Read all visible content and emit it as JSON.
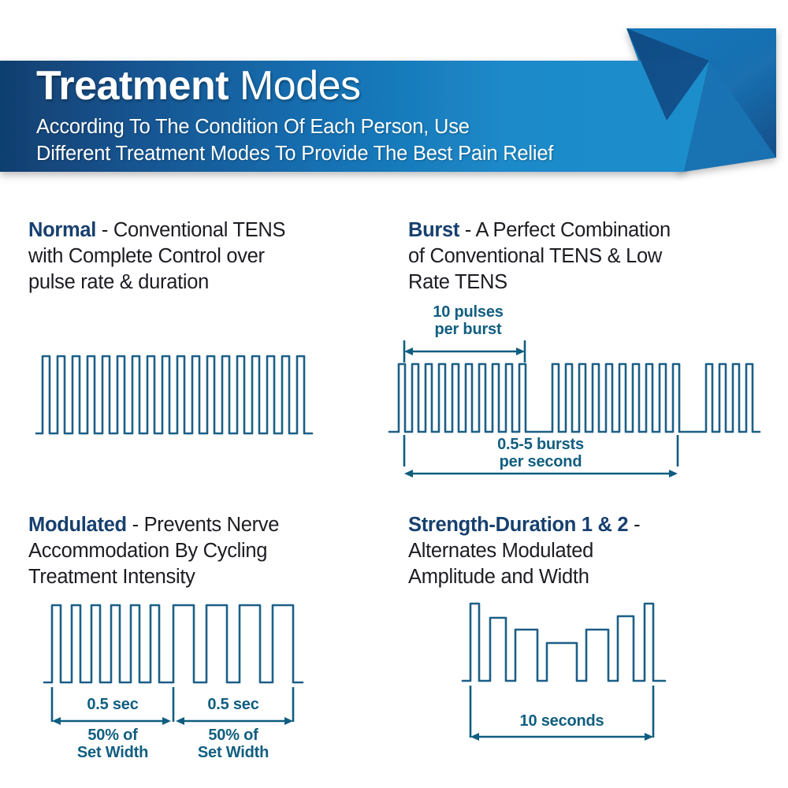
{
  "banner": {
    "title_bold": "Treatment",
    "title_light": "Modes",
    "subtitle_line1": "According To The Condition Of Each Person, Use",
    "subtitle_line2": "Different Treatment Modes To Provide The Best Pain Relief",
    "color_dark": "#134476",
    "color_light": "#1983c4",
    "arrow_color": "#1271b4"
  },
  "theme": {
    "heading_name_color": "#17406e",
    "body_text_color": "#1c1c22",
    "wave_stroke": "#1c5f87",
    "annotation_color": "#115e80",
    "background": "#ffffff"
  },
  "modes": [
    {
      "name": "Normal",
      "description": "- Conventional TENS with Complete Control over pulse rate & duration",
      "desc_lines": [
        "- Conventional TENS",
        "with Complete Control over",
        "pulse rate & duration"
      ],
      "annotations": []
    },
    {
      "name": "Burst",
      "description": "- A Perfect Combination of Conventional TENS & Low Rate TENS",
      "desc_lines": [
        "- A Perfect Combination",
        "of Conventional TENS & Low",
        "Rate TENS"
      ],
      "annotations": [
        {
          "id": "pulses-per-burst",
          "line1": "10 pulses",
          "line2": "per burst",
          "position": "above"
        },
        {
          "id": "bursts-per-second",
          "line1": "0.5-5 bursts",
          "line2": "per second",
          "position": "below"
        }
      ]
    },
    {
      "name": "Modulated",
      "description": "- Prevents Nerve Accommodation By Cycling Treatment Intensity",
      "desc_lines": [
        "- Prevents Nerve",
        "Accommodation By Cycling",
        "Treatment Intensity"
      ],
      "annotations": [
        {
          "id": "first-half",
          "line1": "0.5 sec",
          "line2": "50% of",
          "line3": "Set Width",
          "position": "below"
        },
        {
          "id": "second-half",
          "line1": "0.5 sec",
          "line2": "50% of",
          "line3": "Set Width",
          "position": "below"
        }
      ]
    },
    {
      "name": "Strength-Duration 1 & 2",
      "description": "- Alternates Modulated Amplitude and Width",
      "desc_lines": [
        "-",
        "Alternates Modulated",
        "Amplitude and Width"
      ],
      "annotations": [
        {
          "id": "duration",
          "line1": "10 seconds",
          "position": "below"
        }
      ]
    }
  ],
  "chart_data": [
    {
      "id": "normal-waveform",
      "type": "line",
      "title": "Normal mode pulse train",
      "waveform": "square",
      "pulse_count": 18,
      "pulse_width": 9,
      "pulse_gap": 10,
      "amplitude": 100,
      "uniform": true
    },
    {
      "id": "burst-waveform",
      "type": "line",
      "title": "Burst mode pulse train",
      "waveform": "square-burst",
      "pulses_per_burst": 10,
      "bursts_shown": 2.4,
      "burst_rate_per_second": "0.5-5",
      "pulse_width": 8,
      "pulse_gap": 8.5,
      "burst_gap": 34,
      "amplitude": 100,
      "uniform": true
    },
    {
      "id": "modulated-waveform",
      "type": "line",
      "title": "Modulated mode pulse train",
      "waveform": "square-width-modulated",
      "segments": [
        {
          "label": "0.5 sec / 50% of Set Width",
          "pulse_count": 6,
          "pulse_width": 11,
          "pulse_gap": 14
        },
        {
          "label": "0.5 sec / 50% of Set Width",
          "pulse_count": 4,
          "pulse_width": 26,
          "pulse_gap": 16
        }
      ],
      "amplitude": 100
    },
    {
      "id": "strength-duration-waveform",
      "type": "line",
      "title": "Strength-Duration 1 & 2 pulse train",
      "waveform": "square-amplitude-and-width-modulated",
      "duration_label": "10 seconds",
      "pulses": [
        {
          "index": 1,
          "amplitude": 100,
          "width": 10
        },
        {
          "index": 2,
          "amplitude": 82,
          "width": 18
        },
        {
          "index": 3,
          "amplitude": 68,
          "width": 26
        },
        {
          "index": 4,
          "amplitude": 55,
          "width": 34
        },
        {
          "index": 5,
          "amplitude": 68,
          "width": 26
        },
        {
          "index": 6,
          "amplitude": 84,
          "width": 18
        },
        {
          "index": 7,
          "amplitude": 100,
          "width": 10
        }
      ]
    }
  ]
}
